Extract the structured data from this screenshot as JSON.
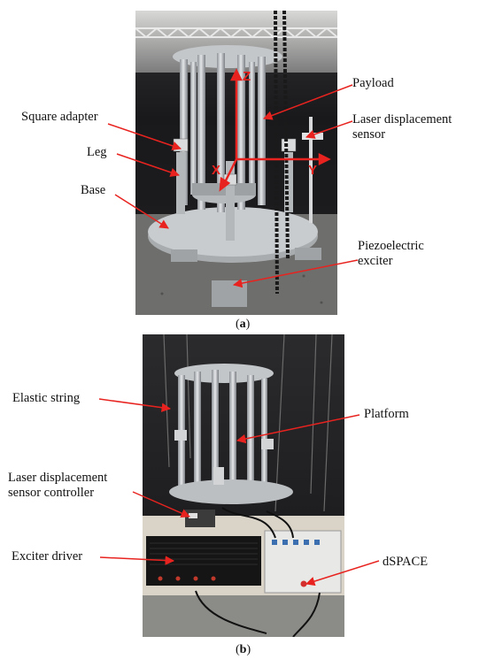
{
  "figure": {
    "panel_a": {
      "caption_open": "(",
      "caption_letter": "a",
      "caption_close": ")",
      "labels": {
        "square_adapter": "Square adapter",
        "leg": "Leg",
        "base": "Base",
        "payload": "Payload",
        "laser_sensor": "Laser displacement\nsensor",
        "piezo_exciter": "Piezoelectric\nexciter"
      },
      "axes": {
        "z": "Z",
        "x": "X",
        "y": "Y"
      }
    },
    "panel_b": {
      "caption_open": "(",
      "caption_letter": "b",
      "caption_close": ")",
      "labels": {
        "elastic_string": "Elastic string",
        "platform": "Platform",
        "laser_controller": "Laser displacement\nsensor controller",
        "exciter_driver": "Exciter driver",
        "dspace": "dSPACE"
      }
    },
    "colors": {
      "arrow": "#e8231f",
      "axis": "#e8231f"
    }
  }
}
